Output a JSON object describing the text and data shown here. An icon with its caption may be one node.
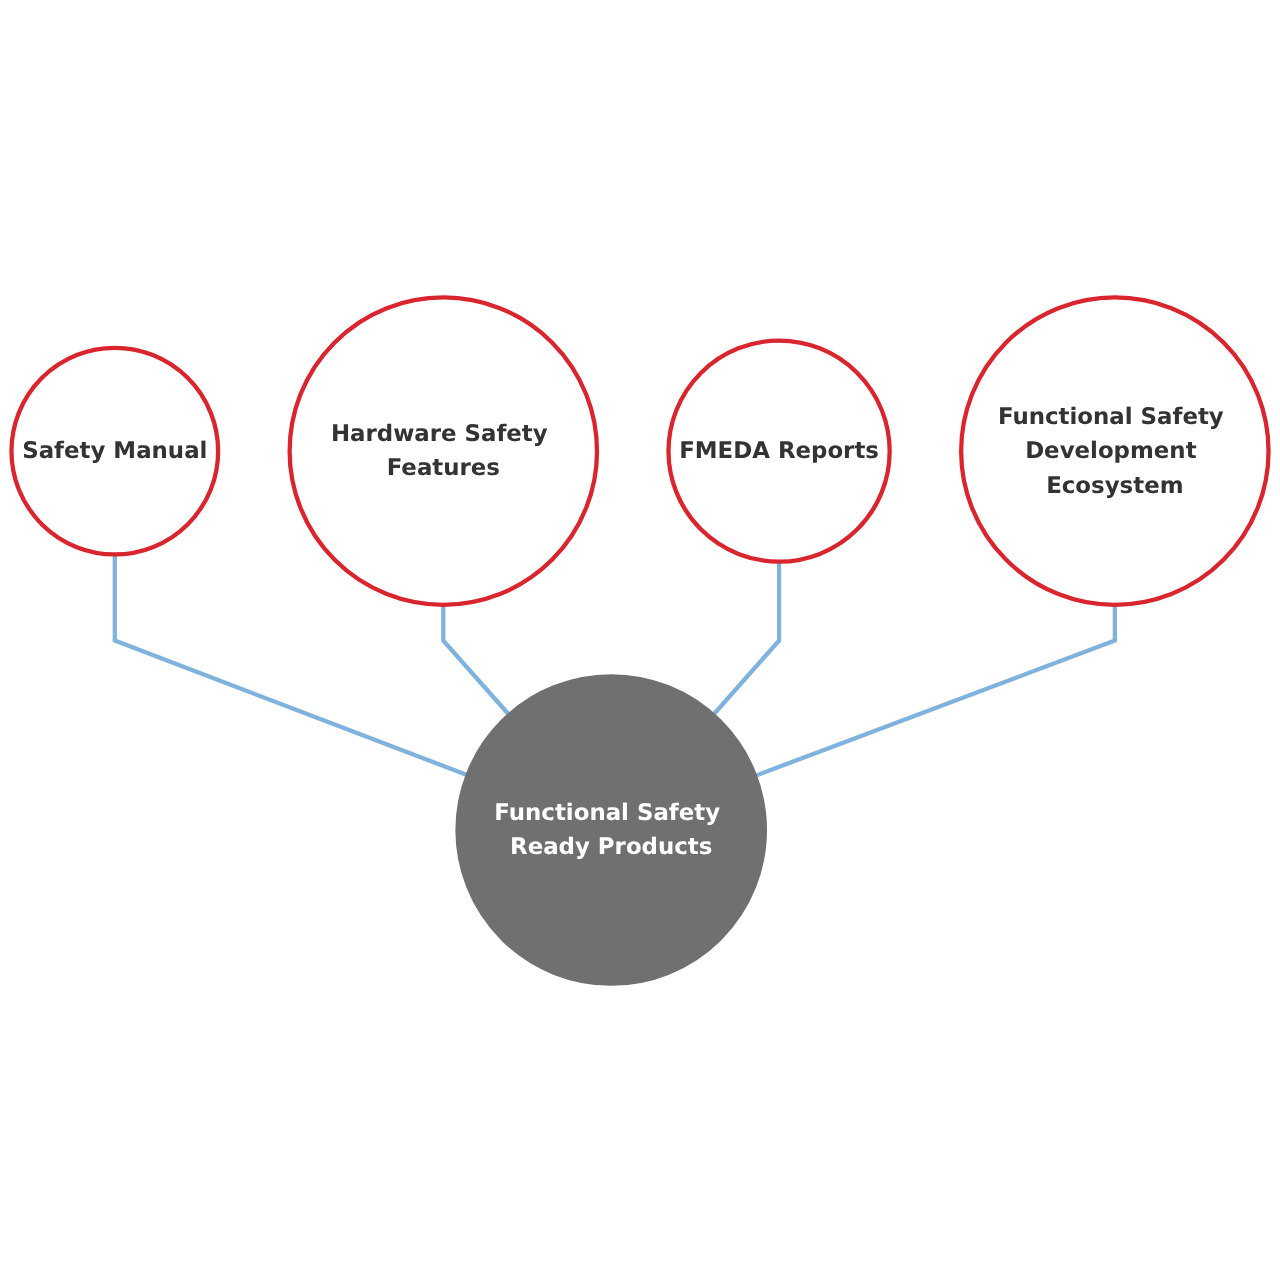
{
  "diagram": {
    "nodes": [
      {
        "text": [
          "Safety Manual"
        ]
      },
      {
        "text": [
          "FMEDA Reports"
        ]
      },
      {
        "text": [
          "Hardware Safety Features"
        ]
      },
      {
        "text": [
          "Functional Safety Development Ecosystem"
        ]
      },
      {
        "text": [
          "Functional Safety Ready Products"
        ]
      }
    ],
    "edges": [
      {
        "from": 0,
        "to": 4,
        "arrow": "none"
      },
      {
        "from": 2,
        "to": 4,
        "arrow": "none"
      },
      {
        "from": 1,
        "to": 4,
        "arrow": "none"
      },
      {
        "from": 3,
        "to": 4,
        "arrow": "none"
      }
    ]
  }
}
